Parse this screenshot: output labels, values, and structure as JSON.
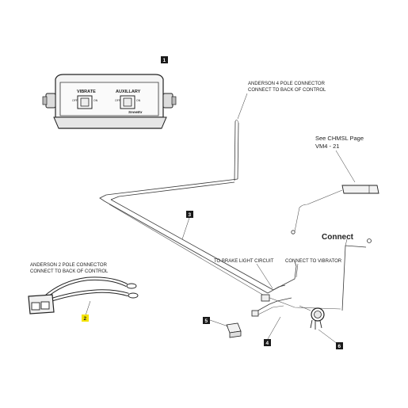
{
  "control": {
    "vibrate_label": "VIBRATE",
    "auxiliary_label": "AUXILLARY",
    "switch_off": "OFF",
    "switch_on": "ON",
    "brand": "SnowEx"
  },
  "callouts": {
    "anderson4": [
      "ANDERSON 4 POLE CONNECTOR",
      "CONNECT TO BACK OF CONTROL"
    ],
    "anderson2": [
      "ANDERSON 2 POLE CONNECTOR",
      "CONNECT TO BACK OF CONTROL"
    ],
    "chmsl": [
      "See CHMSL Page",
      "VM4 - 21"
    ],
    "connect": "Connect",
    "brake": "TO BRAKE LIGHT CIRCUIT",
    "vibrator": "CONNECT TO VIBRATOR"
  },
  "part_numbers": {
    "p1": "1",
    "p2": "2",
    "p3": "3",
    "p4": "4",
    "p5": "5",
    "p6": "6"
  },
  "colors": {
    "highlight_tag": "#f5e400",
    "tag": "#1a1a1a"
  }
}
